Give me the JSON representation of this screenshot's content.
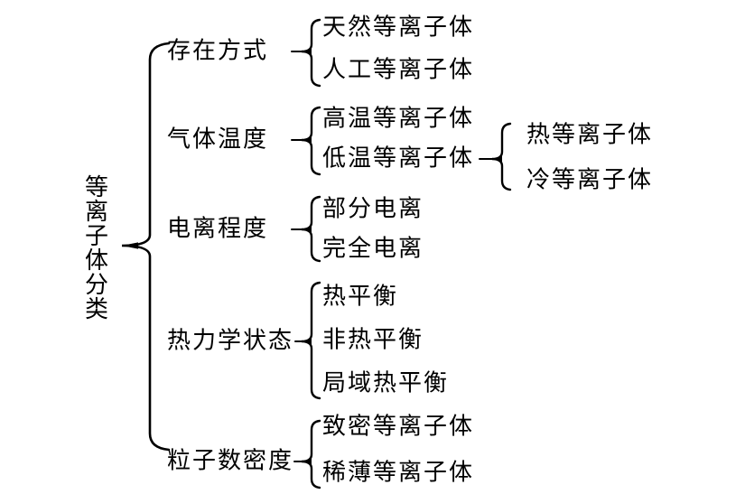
{
  "diagram": {
    "title": "等离子体分类",
    "root": {
      "label": "等离子体分类"
    },
    "branches": [
      {
        "label": "存在方式",
        "children": [
          {
            "label": "天然等离子体"
          },
          {
            "label": "人工等离子体"
          }
        ]
      },
      {
        "label": "气体温度",
        "children": [
          {
            "label": "高温等离子体"
          },
          {
            "label": "低温等离子体",
            "children": [
              {
                "label": "热等离子体"
              },
              {
                "label": "冷等离子体"
              }
            ]
          }
        ]
      },
      {
        "label": "电离程度",
        "children": [
          {
            "label": "部分电离"
          },
          {
            "label": "完全电离"
          }
        ]
      },
      {
        "label": "热力学状态",
        "children": [
          {
            "label": "热平衡"
          },
          {
            "label": "非热平衡"
          },
          {
            "label": "局域热平衡"
          }
        ]
      },
      {
        "label": "粒子数密度",
        "children": [
          {
            "label": "致密等离子体"
          },
          {
            "label": "稀薄等离子体"
          }
        ]
      }
    ],
    "colors": {
      "ink": "#000000",
      "background": "#ffffff"
    }
  }
}
